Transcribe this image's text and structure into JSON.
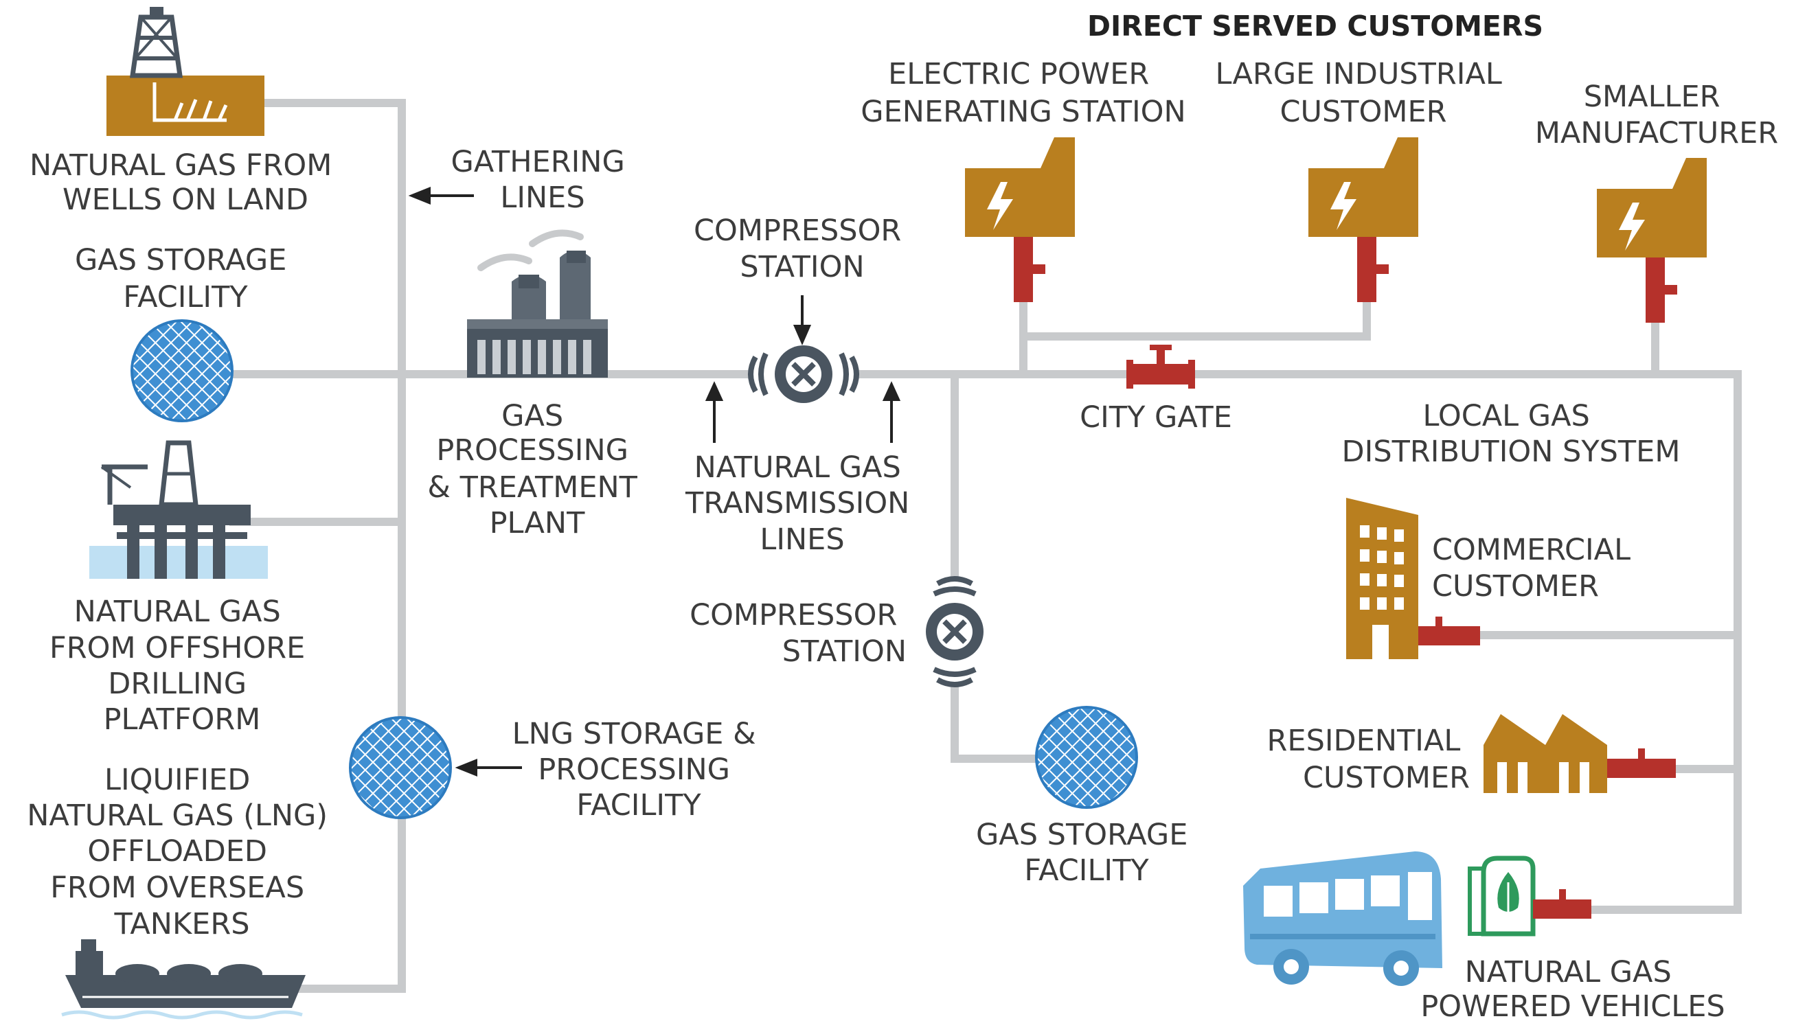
{
  "title": "DIRECT SERVED CUSTOMERS",
  "colors": {
    "pipe": "#c8cacc",
    "brown": "#b97f1f",
    "red": "#b5312b",
    "dark": "#4a5560",
    "blue": "#3f8fd2",
    "light_blue": "#bfe0f3",
    "vehicle_blue": "#6fb1de",
    "green": "#2e9a5c"
  },
  "labels": {
    "wells_land": [
      "NATURAL GAS FROM",
      "WELLS ON LAND"
    ],
    "gathering_lines": [
      "GATHERING",
      "LINES"
    ],
    "gas_storage_left": [
      "GAS STORAGE",
      "FACILITY"
    ],
    "processing_plant": [
      "GAS",
      "PROCESSING",
      "& TREATMENT",
      "PLANT"
    ],
    "compressor_top": [
      "COMPRESSOR",
      "STATION"
    ],
    "transmission_lines": [
      "NATURAL GAS",
      "TRANSMISSION",
      "LINES"
    ],
    "offshore": [
      "NATURAL GAS",
      "FROM OFFSHORE",
      "DRILLING",
      "PLATFORM"
    ],
    "lng_storage": [
      "LNG STORAGE &",
      "PROCESSING",
      "FACILITY"
    ],
    "lng_offloaded": [
      "LIQUIFIED",
      "NATURAL GAS (LNG)",
      "OFFLOADED",
      "FROM OVERSEAS",
      "TANKERS"
    ],
    "compressor_mid": [
      "COMPRESSOR",
      "STATION"
    ],
    "gas_storage_bottom": [
      "GAS STORAGE",
      "FACILITY"
    ],
    "electric_power": [
      "ELECTRIC POWER",
      "GENERATING STATION"
    ],
    "large_industrial": [
      "LARGE INDUSTRIAL",
      "CUSTOMER"
    ],
    "smaller_manufacturer": [
      "SMALLER",
      "MANUFACTURER"
    ],
    "city_gate": [
      "CITY GATE"
    ],
    "local_distribution": [
      "LOCAL GAS",
      "DISTRIBUTION SYSTEM"
    ],
    "commercial": [
      "COMMERCIAL",
      "CUSTOMER"
    ],
    "residential": [
      "RESIDENTIAL",
      "CUSTOMER"
    ],
    "vehicles": [
      "NATURAL GAS",
      "POWERED VEHICLES"
    ]
  },
  "icons": [
    "drilling-rig-icon",
    "gas-storage-sphere-icon",
    "offshore-platform-icon",
    "lng-tanker-icon",
    "processing-plant-icon",
    "compressor-icon",
    "factory-icon",
    "valve-icon",
    "office-building-icon",
    "house-icon",
    "bus-icon",
    "fuel-pump-icon"
  ]
}
